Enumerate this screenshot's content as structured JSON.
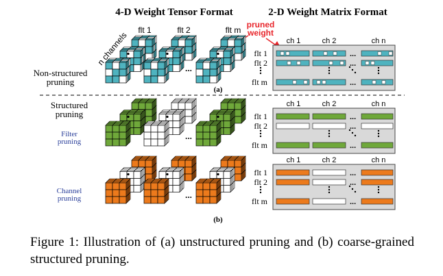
{
  "titles": {
    "tensor": "4-D Weight Tensor Format",
    "matrix": "2-D Weight Matrix Format"
  },
  "labels": {
    "flt1": "flt 1",
    "flt2": "flt 2",
    "fltm": "flt m",
    "n_channels": "n channels",
    "pruned_weight_line1": "pruned",
    "pruned_weight_line2": "weight",
    "ch1": "ch 1",
    "ch2": "ch 2",
    "chn": "ch n",
    "ellipsis": "...",
    "part_a": "(a)",
    "part_b": "(b)"
  },
  "sections": {
    "nonstructured_line1": "Non-structured",
    "nonstructured_line2": "pruning",
    "structured_line1": "Structured",
    "structured_line2": "pruning",
    "filter_line1": "Filter",
    "filter_line2": "pruning",
    "channel_line1": "Channel",
    "channel_line2": "pruning"
  },
  "caption": "Figure 1: Illustration of (a) unstructured pruning and (b) coarse-grained structured pruning.",
  "colors": {
    "teal": "#4fb3bf",
    "green": "#6fa83a",
    "orange": "#ec7a1c",
    "panel": "#d9d9d9",
    "pruned_label": "#e8242a",
    "section_blue": "#2a3f9a"
  }
}
